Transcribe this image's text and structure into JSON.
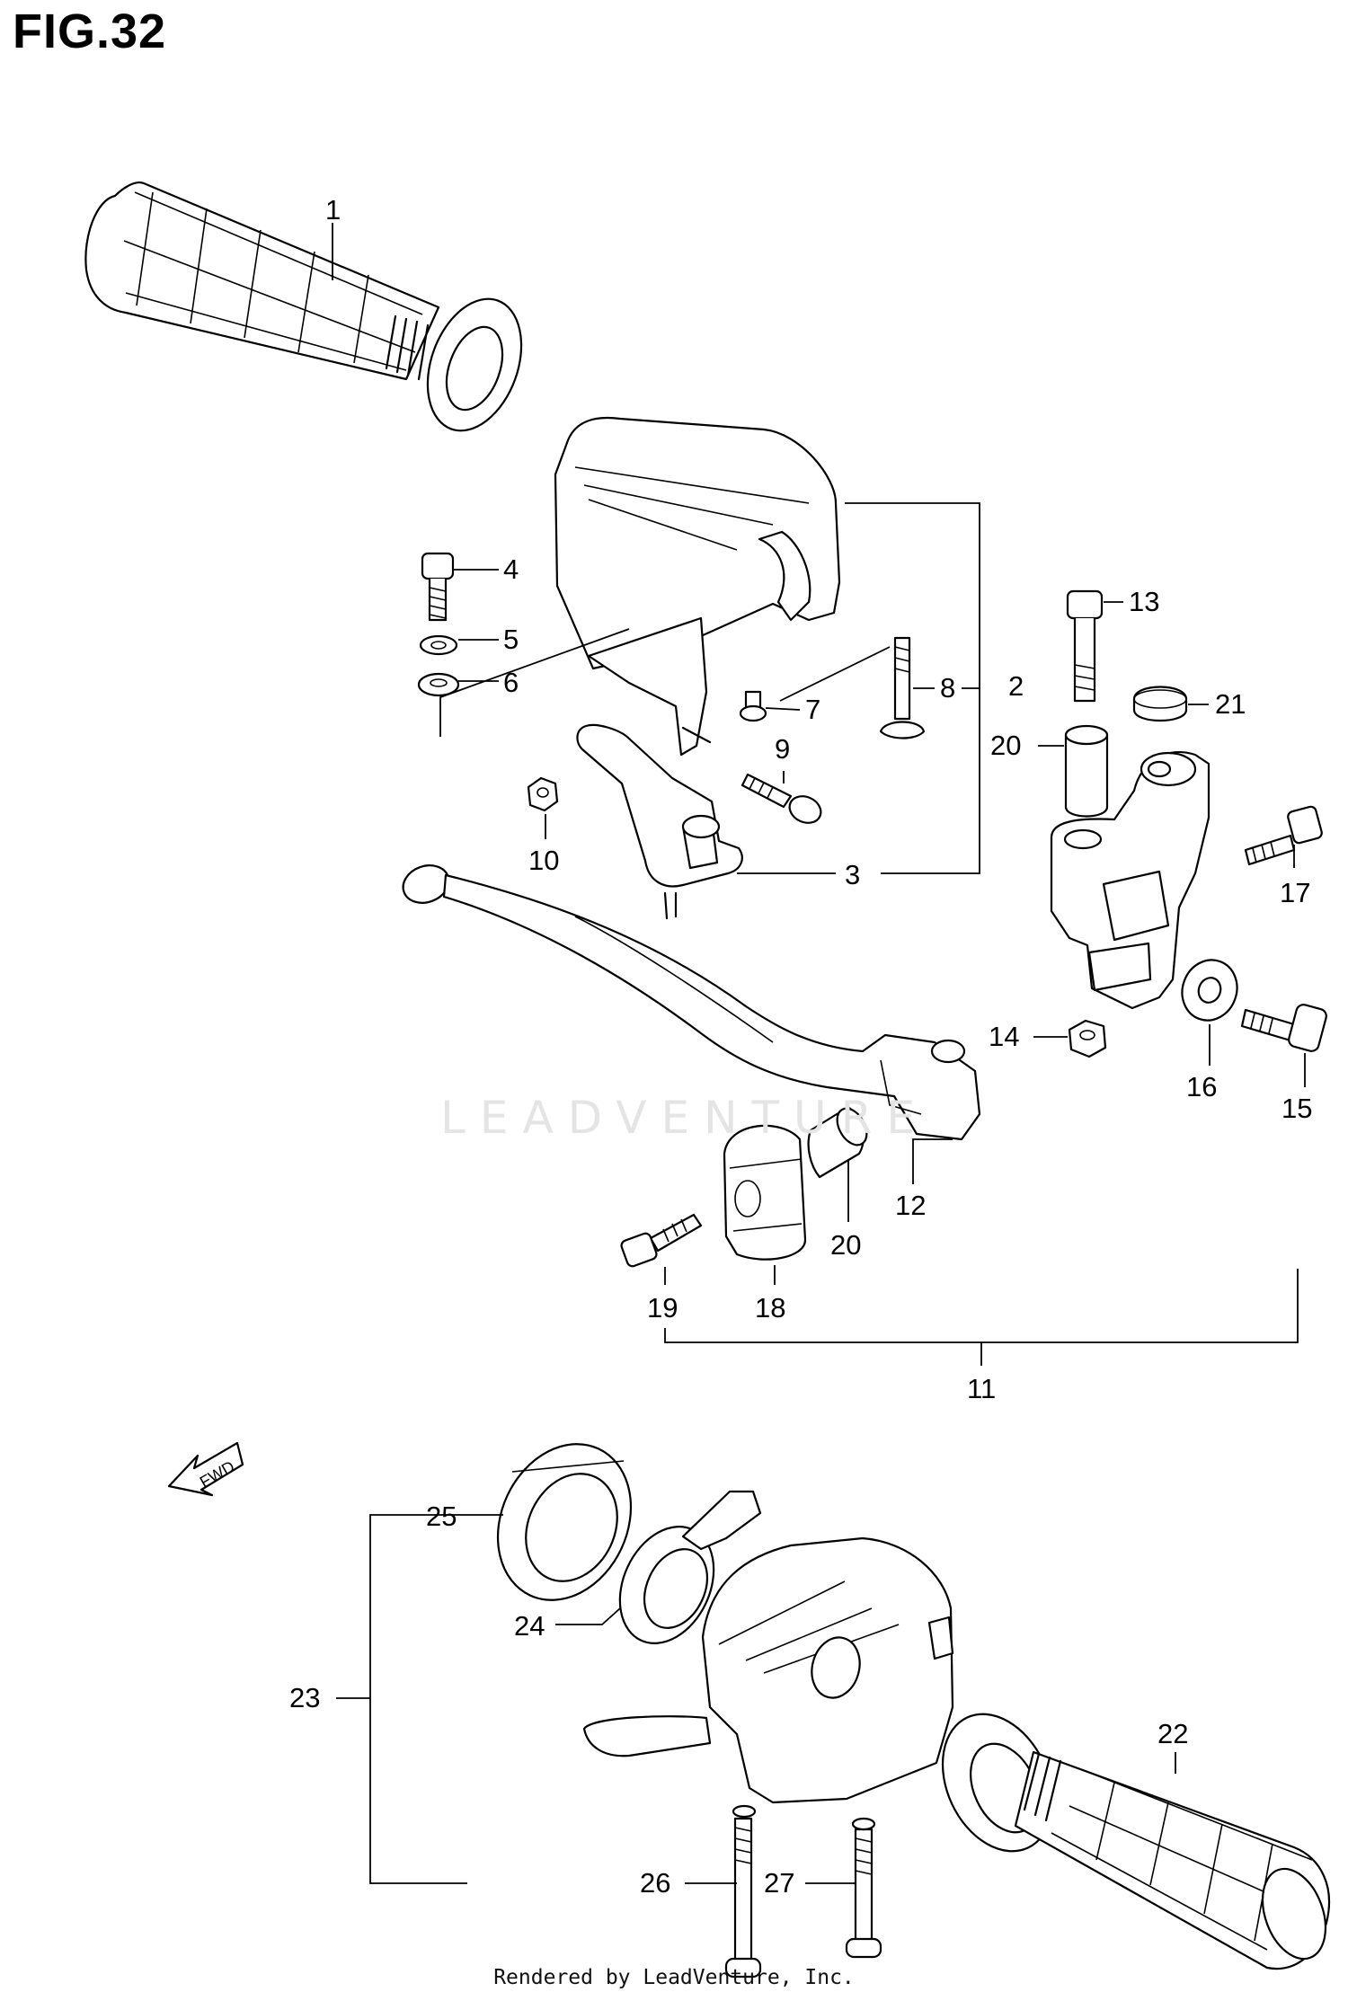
{
  "figure": {
    "title": "FIG.32",
    "watermark": "LEADVENTURE",
    "footer": "Rendered by LeadVenture, Inc.",
    "direction_label": "FWD"
  },
  "callouts": [
    {
      "id": "1",
      "label": "1"
    },
    {
      "id": "2",
      "label": "2"
    },
    {
      "id": "3",
      "label": "3"
    },
    {
      "id": "4",
      "label": "4"
    },
    {
      "id": "5",
      "label": "5"
    },
    {
      "id": "6",
      "label": "6"
    },
    {
      "id": "7",
      "label": "7"
    },
    {
      "id": "8",
      "label": "8"
    },
    {
      "id": "9",
      "label": "9"
    },
    {
      "id": "10",
      "label": "10"
    },
    {
      "id": "11",
      "label": "11"
    },
    {
      "id": "12",
      "label": "12"
    },
    {
      "id": "13",
      "label": "13"
    },
    {
      "id": "14",
      "label": "14"
    },
    {
      "id": "15",
      "label": "15"
    },
    {
      "id": "16",
      "label": "16"
    },
    {
      "id": "17",
      "label": "17"
    },
    {
      "id": "18",
      "label": "18"
    },
    {
      "id": "19",
      "label": "19"
    },
    {
      "id": "20a",
      "label": "20"
    },
    {
      "id": "20b",
      "label": "20"
    },
    {
      "id": "21",
      "label": "21"
    },
    {
      "id": "22",
      "label": "22"
    },
    {
      "id": "23",
      "label": "23"
    },
    {
      "id": "24",
      "label": "24"
    },
    {
      "id": "25",
      "label": "25"
    },
    {
      "id": "26",
      "label": "26"
    },
    {
      "id": "27",
      "label": "27"
    }
  ]
}
